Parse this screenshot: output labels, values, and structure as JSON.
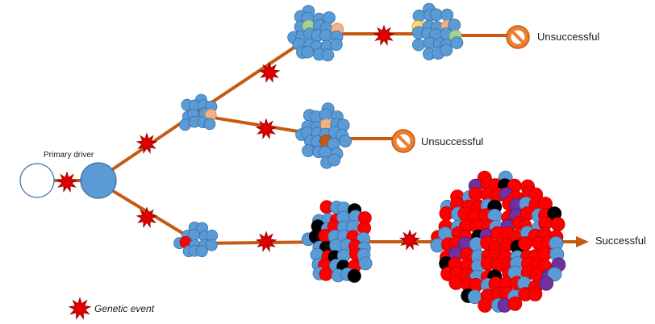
{
  "labels": {
    "primary_driver": "Primary driver",
    "outcome_top": "Unsuccessful",
    "outcome_middle": "Unsuccessful",
    "outcome_bottom": "Successful",
    "legend": "Genetic event"
  },
  "colors": {
    "background": "#ffffff",
    "normal_cell": "#5b9bd5",
    "normal_cell_stroke": "#3a6fa8",
    "mutant_cell": "#ff0000",
    "mutant_cell_stroke": "#c00000",
    "purple_cell": "#7030a0",
    "black_cell": "#000000",
    "peach_cell": "#f4b183",
    "green_cell": "#a9d18e",
    "yellow_cell": "#ffd966",
    "brown_cell": "#c55a11",
    "path": "#c55a11",
    "event_star": "#e00000",
    "event_star_stroke": "#a00000",
    "stop_sign": "#ed7d31",
    "stop_sign_stroke": "#c55a11",
    "empty_cell_stroke": "#3a6fa8"
  },
  "icons": {
    "event": "genetic-event-star-icon",
    "stop": "unsuccessful-stop-icon",
    "arrow": "successful-arrow-icon"
  }
}
